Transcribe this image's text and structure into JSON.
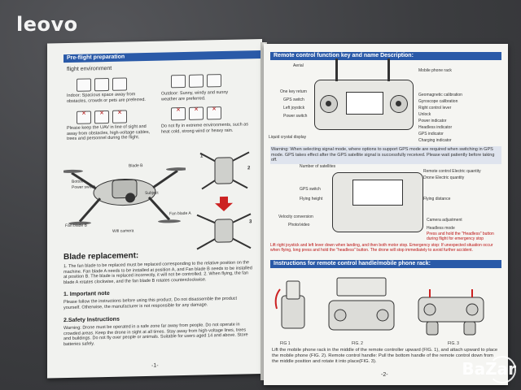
{
  "watermark": {
    "text": "leovo"
  },
  "left_page": {
    "header": "Pre-flight preparation",
    "section_flight_env": "flight environment",
    "env_text_1": "Indoor: Spacious space away from obstacles, crowds or pets are preferred.",
    "env_text_2": "Outdoor: Sunny, windy and sunny weather are preferred.",
    "env_text_3": "Please keep the UAV in line of sight and away from obstacles, high-voltage cables, trees and personnel during the flight.",
    "env_text_4": "Do not fly in extreme environments, such as heat cold, strong wind or heavy rain.",
    "labels": {
      "blade_b": "Blade B",
      "bottom": "Bottom",
      "power_switch": "Power switch",
      "subject": "Subject",
      "fan_blade_a": "Fan blade A",
      "fan_blade_b": "Fan blade B",
      "wifi_camera": "Wifi camera",
      "step1": "1",
      "step2": "2",
      "step3": "3"
    },
    "blade_title": "Blade replacement:",
    "blade_text": "1. The fan blade to be replaced must be replaced corresponding to the relative position on the machine. Fan blade A needs to be installed at position A, and Fan blade B needs to be installed at position B. The blade is replaced incorrectly, it will not be controlled. 2. When flying, the fan blade A rotates clockwise, and the fan blade B rotates counterclockwise.",
    "note_title": "1. Important note",
    "note_text": "Please follow the instructions before using this product. Do not disassemble the product yourself. Otherwise, the manufacturer is not responsible for any damage.",
    "safety_title": "2.Safety Instructions",
    "safety_text": "Warning: Drone must be operated in a safe zone far away from people. Do not operate in crowded areas. Keep the drone in sight at all times. Stay away from high-voltage lines, trees and buildings. Do not fly over people or animals. Suitable for users aged 14 and above. Store batteries safely.",
    "page_number": "-1-"
  },
  "right_page": {
    "header_1": "Remote control function key and name Description:",
    "labels_top": {
      "aerial": "Aerial",
      "mobile_phone_rack": "Mobile phone rack",
      "one_key_return": "One key return",
      "gps_switch": "GPS switch",
      "left_joystick": "Left joystick",
      "power_switch": "Power switch",
      "liquid_crystal": "Liquid crystal display",
      "geomagnetic": "Geomagnetic calibration",
      "gyroscope": "Gyroscope calibration",
      "right_control": "Right control lever",
      "unlock": "Unlock",
      "power_indicator": "Power indicator",
      "headless_indicator": "Headless indicator",
      "gps_indicator": "GPS indicator",
      "charging_indicator": "Charging indicator"
    },
    "warning_text": "Warning: When selecting signal mode, where options to support GPS mode are required when switching in GPS mode. GPS takes effect after the GPS satellite signal is successfully received. Please wait patiently before taking off.",
    "labels_mid": {
      "num_satellites": "Number of satellites",
      "rc_quantity": "Remote control Electric quantity",
      "drone_quantity": "Drone Electric quantity",
      "gps_switch": "GPS switch",
      "flying_height": "Flying height",
      "flying_distance": "Flying distance",
      "velocity": "Velocity conversion",
      "photo_video": "Photo/video",
      "camera_adjust": "Camera adjustment",
      "headless_mode": "Headless mode",
      "headless_note": "Press and hold the \"Headless\" button during flight for emergency stop"
    },
    "red_note": "Lift right joystick and left lever down when landing, and then both motor stop. Emergency stop: If unexpected situation occur when flying, long press and hold the \"headless\" button. The drone will stop immediately to avoid further accident.",
    "header_2": "Instructions for remote control handle/mobile phone rack:",
    "fig_labels": [
      "FIG 1",
      "FIG. 2",
      "FIG. 3"
    ],
    "install_text": "Lift the mobile phone rack in the middle of the remote controller upward (FIG. 1), and attach upward to place the mobile phone (FIG. 2). Remote control handle: Pull the bottom handle of the remote control down from the middle position and rotate it into place(FIG. 3).",
    "page_number": "-2-"
  },
  "corner_watermark": {
    "text": "BaZar"
  }
}
